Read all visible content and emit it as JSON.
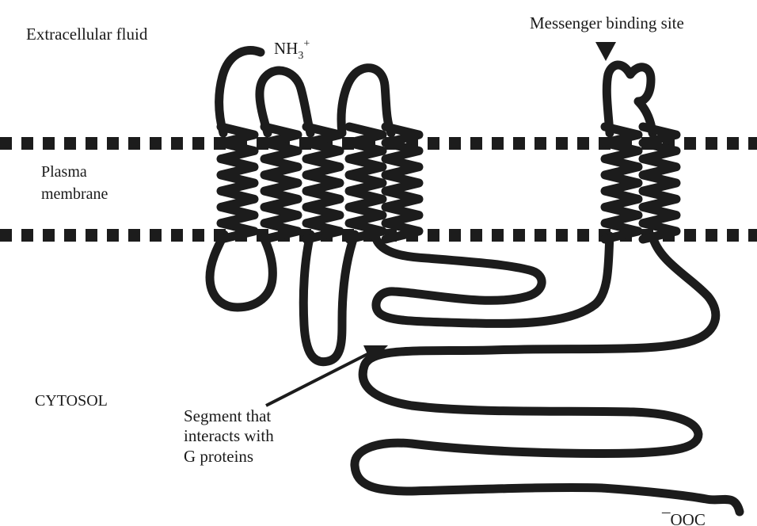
{
  "labels": {
    "extracellular": "Extracellular fluid",
    "messenger_site": "Messenger binding site",
    "n_terminus": "NH",
    "n_terminus_sub": "3",
    "n_terminus_sup": "+",
    "plasma_line1": "Plasma",
    "plasma_line2": "membrane",
    "cytosol": "CYTOSOL",
    "segment_line1": "Segment that",
    "segment_line2": "interacts with",
    "segment_line3": "G proteins",
    "c_terminus": "¯OOC"
  },
  "colors": {
    "protein": "#1c1c1c",
    "membrane": "#1c1c1c",
    "text": "#1a1a1a",
    "background": "#ffffff"
  }
}
